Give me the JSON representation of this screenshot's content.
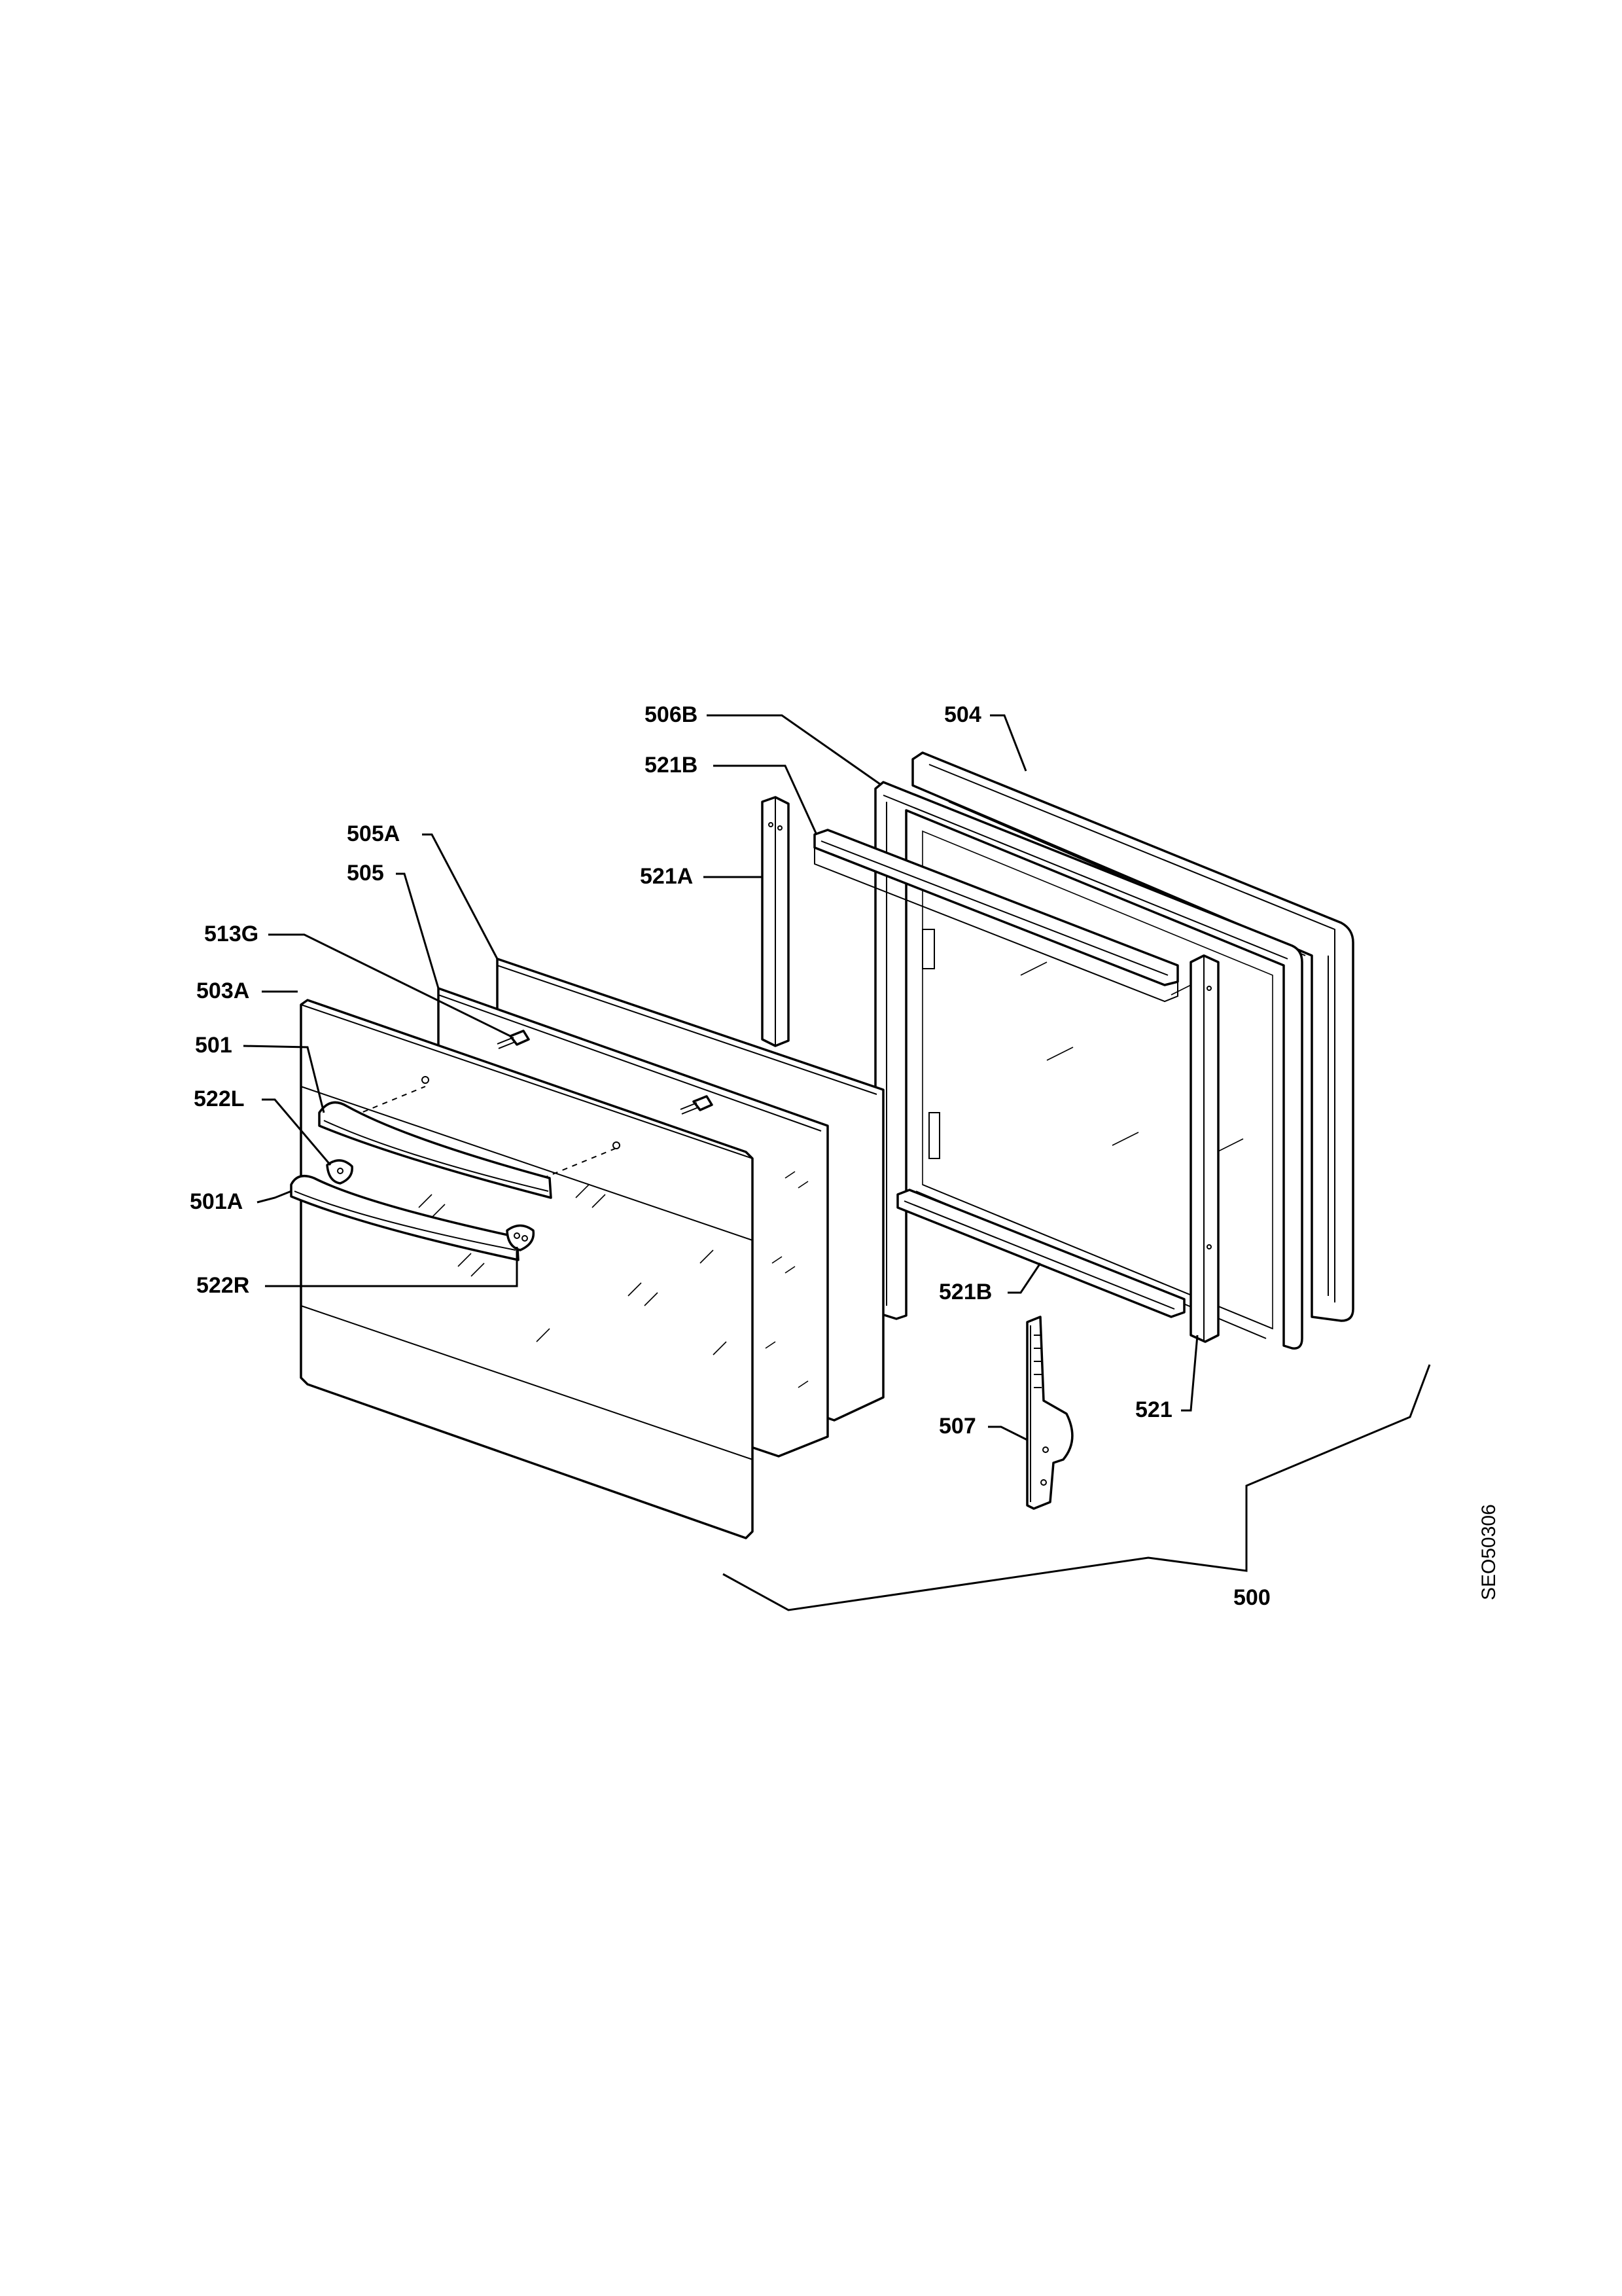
{
  "diagram": {
    "labels": {
      "l506B": "506B",
      "l504": "504",
      "l521B_top": "521B",
      "l505A": "505A",
      "l521A": "521A",
      "l505": "505",
      "l513G": "513G",
      "l503A": "503A",
      "l501": "501",
      "l522L": "522L",
      "l501A": "501A",
      "l522R": "522R",
      "l521B_bottom": "521B",
      "l507": "507",
      "l521": "521",
      "l500": "500"
    },
    "drawing_code": "SEO50306"
  }
}
